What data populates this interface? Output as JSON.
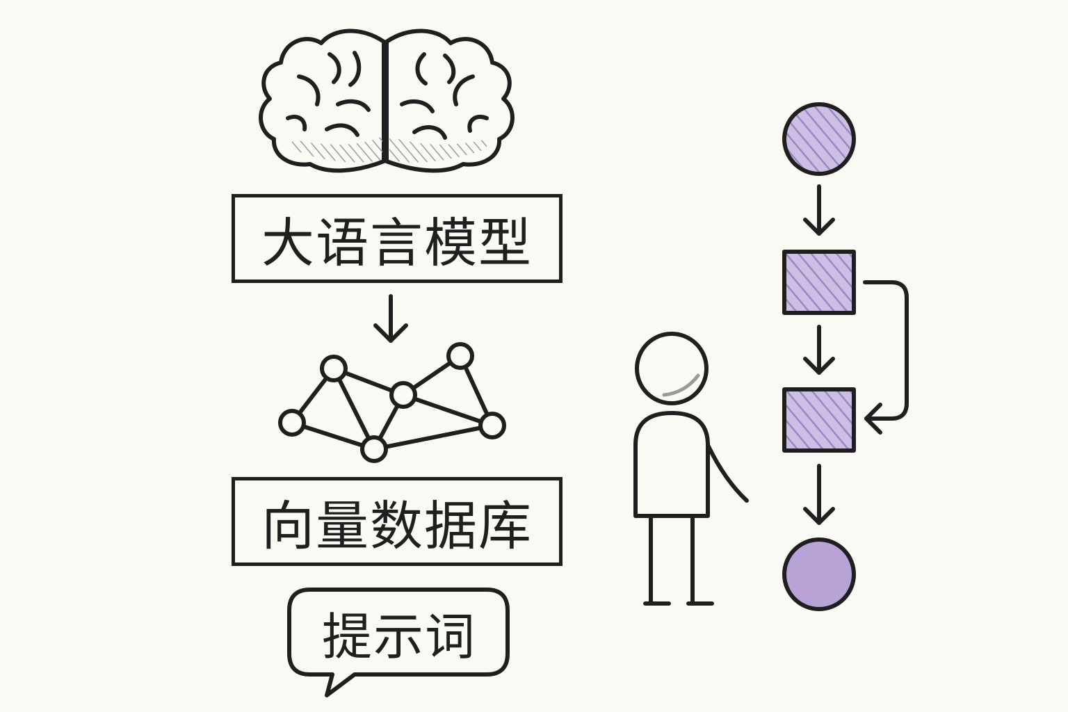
{
  "labels": {
    "llm": "大语言模型",
    "vector_db": "向量数据库",
    "prompt": "提示词"
  },
  "colors": {
    "ink": "#1f1f1f",
    "accent_purple": "#b7a3d6",
    "hatch_gray": "#9a9a9a",
    "paper": "#faf9f4"
  },
  "icons": [
    "brain-icon",
    "network-graph-icon",
    "speech-bubble-icon",
    "person-icon",
    "flowchart-icon"
  ]
}
